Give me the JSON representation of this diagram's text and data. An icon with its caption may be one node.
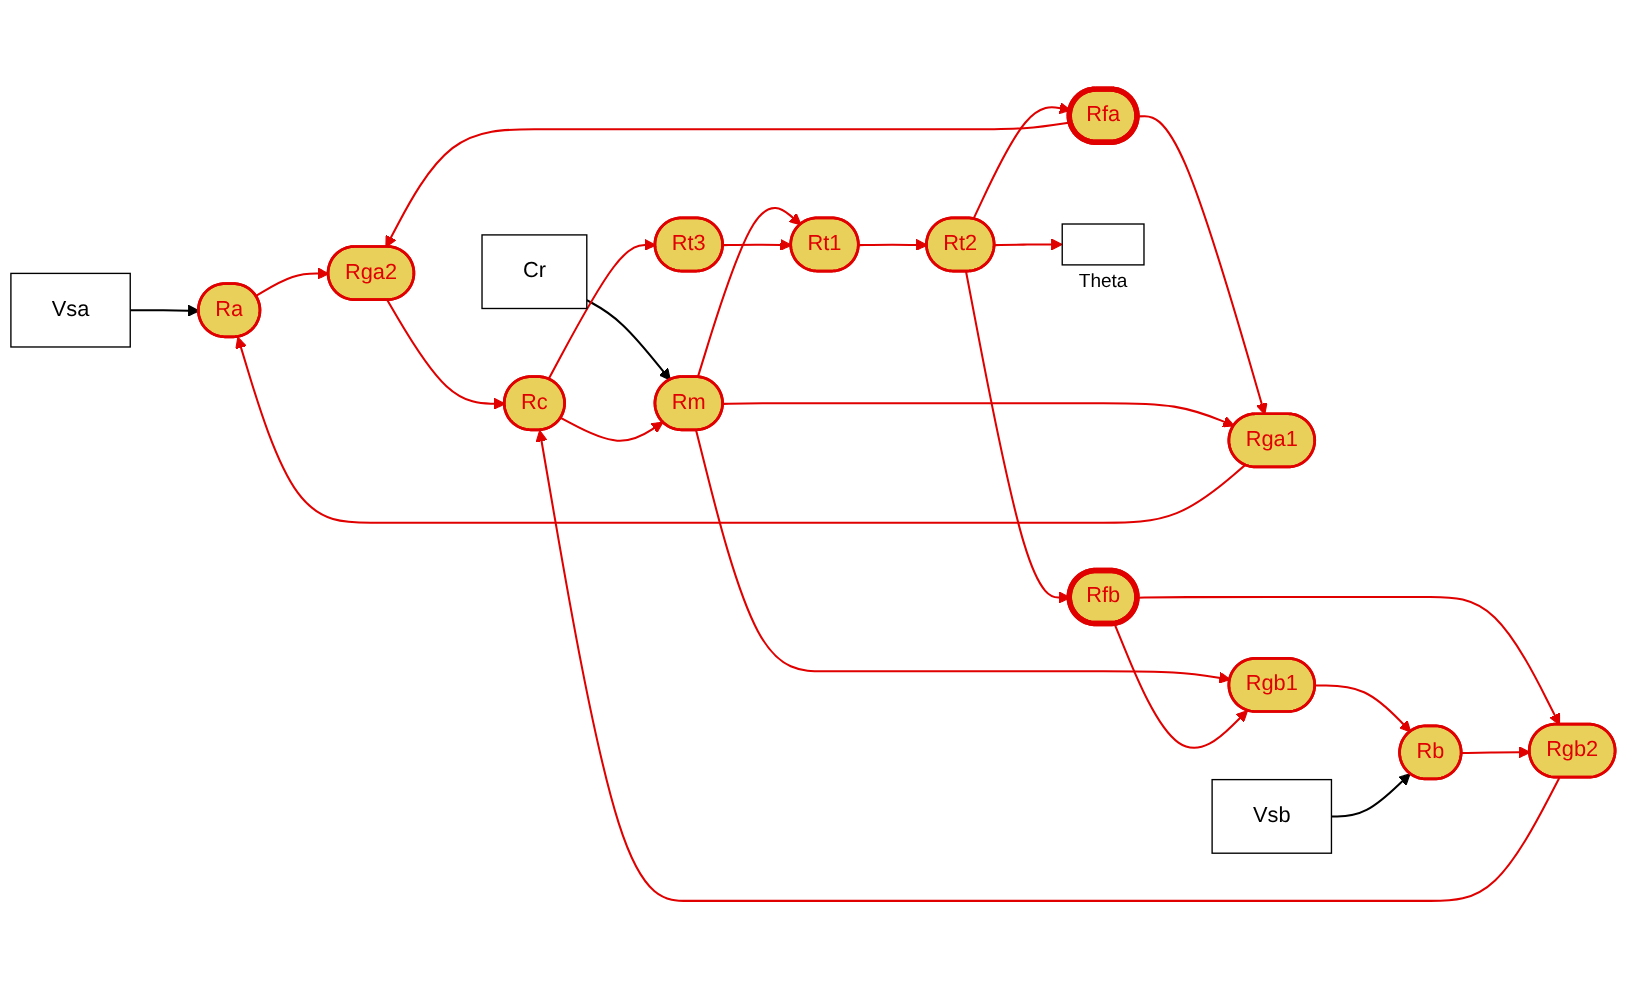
{
  "diagram": {
    "nodes": [
      {
        "text": [
          "Vsa"
        ]
      },
      {
        "text": [
          "Ra"
        ]
      },
      {
        "text": [
          "Rga2"
        ]
      },
      {
        "text": [
          "Rfa"
        ]
      },
      {
        "text": [
          "Rga1"
        ]
      },
      {
        "text": [
          "Cr"
        ]
      },
      {
        "text": [
          "Rc"
        ]
      },
      {
        "text": [
          "Rm"
        ]
      },
      {
        "text": [
          "Rt1"
        ]
      },
      {
        "text": [
          "Rt2"
        ]
      },
      {
        "text": [],
        "shape": "box",
        "beside": [
          "Theta"
        ]
      },
      {
        "text": [
          "Rt3"
        ]
      },
      {
        "text": [
          "Rgb1"
        ]
      },
      {
        "text": [
          "Rfb"
        ]
      },
      {
        "text": [
          "Rb"
        ]
      },
      {
        "text": [
          "Rgb2"
        ]
      },
      {
        "text": [
          "Vsb"
        ]
      }
    ],
    "edges": [
      {
        "from": 0,
        "to": 1,
        "arrow": "to",
        "color": "#000000"
      },
      {
        "from": 1,
        "to": 2,
        "arrow": "to"
      },
      {
        "from": 2,
        "to": 6,
        "arrow": "to"
      },
      {
        "from": 3,
        "to": 2,
        "arrow": "to"
      },
      {
        "from": 3,
        "to": 4,
        "arrow": "to"
      },
      {
        "from": 4,
        "to": 1,
        "arrow": "to"
      },
      {
        "from": 5,
        "to": 7,
        "arrow": "to",
        "color": "#000000"
      },
      {
        "from": 6,
        "to": 7,
        "arrow": "to"
      },
      {
        "from": 6,
        "to": 11,
        "arrow": "to"
      },
      {
        "from": 7,
        "to": 8,
        "arrow": "to"
      },
      {
        "from": 7,
        "to": 4,
        "arrow": "to"
      },
      {
        "from": 7,
        "to": 12,
        "arrow": "to"
      },
      {
        "from": 11,
        "to": 8,
        "arrow": "to"
      },
      {
        "from": 8,
        "to": 9,
        "arrow": "to"
      },
      {
        "from": 9,
        "to": 10,
        "arrow": "to"
      },
      {
        "from": 9,
        "to": 3,
        "arrow": "to"
      },
      {
        "from": 9,
        "to": 13,
        "arrow": "to"
      },
      {
        "from": 13,
        "to": 12,
        "arrow": "to"
      },
      {
        "from": 13,
        "to": 15,
        "arrow": "to"
      },
      {
        "from": 12,
        "to": 14,
        "arrow": "to"
      },
      {
        "from": 14,
        "to": 15,
        "arrow": "to"
      },
      {
        "from": 15,
        "to": 6,
        "arrow": "to"
      },
      {
        "from": 16,
        "to": 14,
        "arrow": "to",
        "color": "#000000"
      }
    ]
  }
}
